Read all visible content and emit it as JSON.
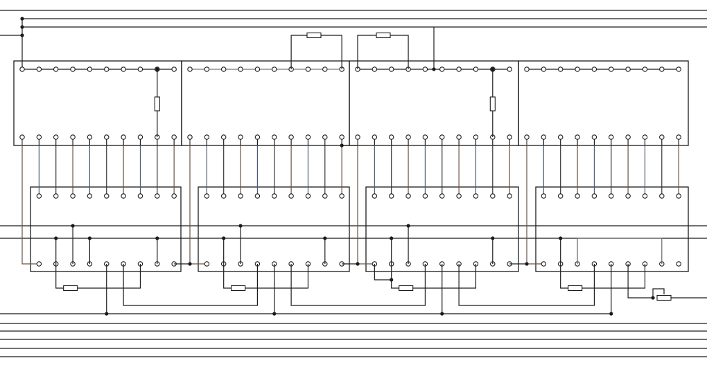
{
  "diagram": {
    "type": "wiring-schematic",
    "upper_modules": 4,
    "lower_modules": 4,
    "terminals_per_upper_row": 10,
    "terminals_per_lower_row": 9,
    "colors": {
      "line": "#1a1a1a",
      "wire_blue": "#4a5a78",
      "wire_brown": "#6b5040",
      "paper": "#ffffff"
    }
  }
}
